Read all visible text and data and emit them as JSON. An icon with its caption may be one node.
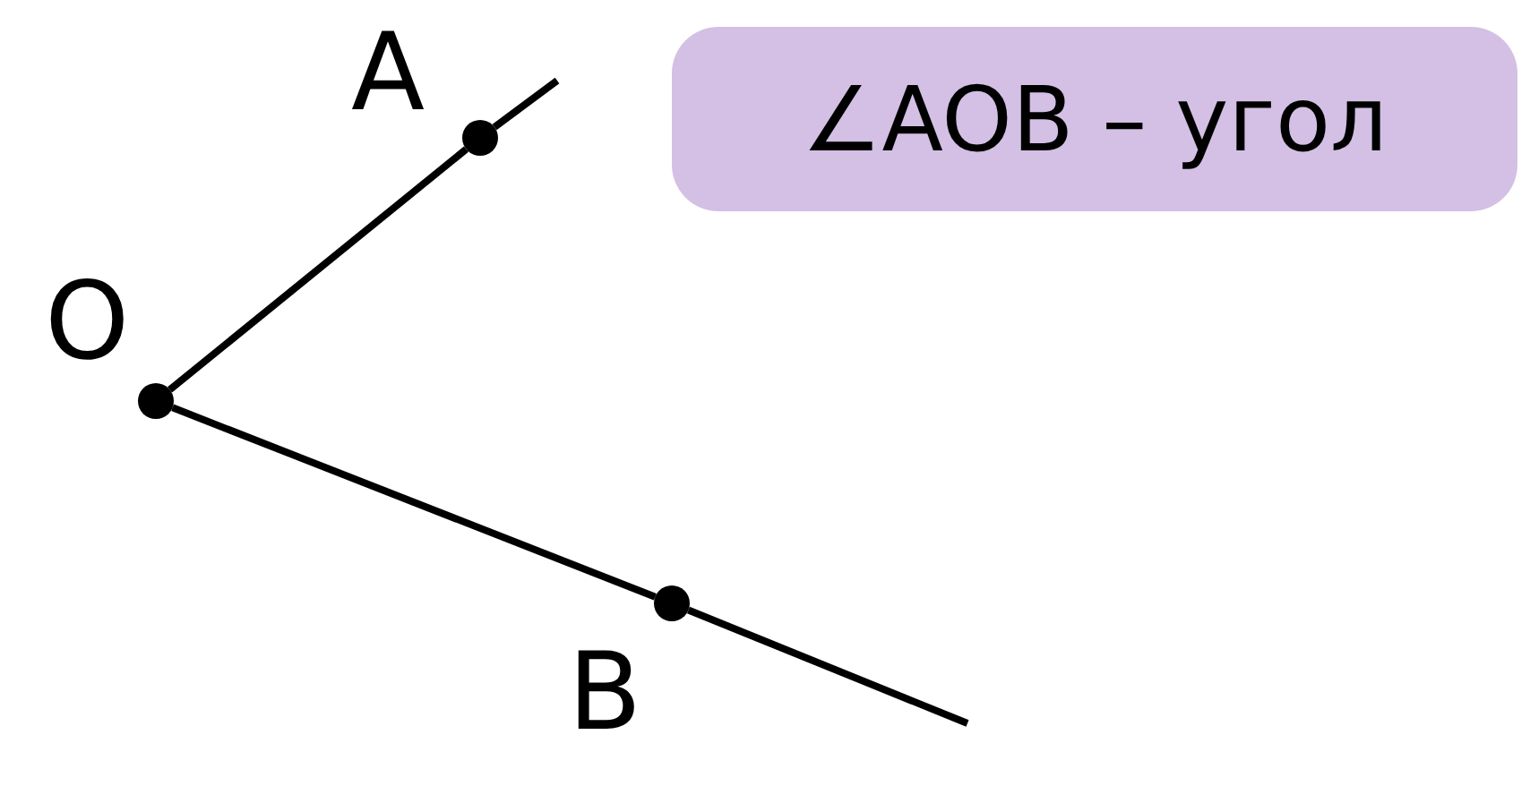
{
  "diagram": {
    "nodes": [
      {
        "text": [
          "O"
        ]
      },
      {
        "text": [
          "A"
        ]
      },
      {
        "text": [
          "B"
        ]
      },
      {
        "text": [
          "∠AOB – угол"
        ]
      }
    ],
    "edges": [
      {
        "from": 0,
        "to": 1,
        "arrow": "none"
      },
      {
        "from": 1,
        "to": null,
        "arrow": "none"
      },
      {
        "from": 0,
        "to": 2,
        "arrow": "none"
      },
      {
        "from": 2,
        "to": null,
        "arrow": "none"
      }
    ]
  }
}
